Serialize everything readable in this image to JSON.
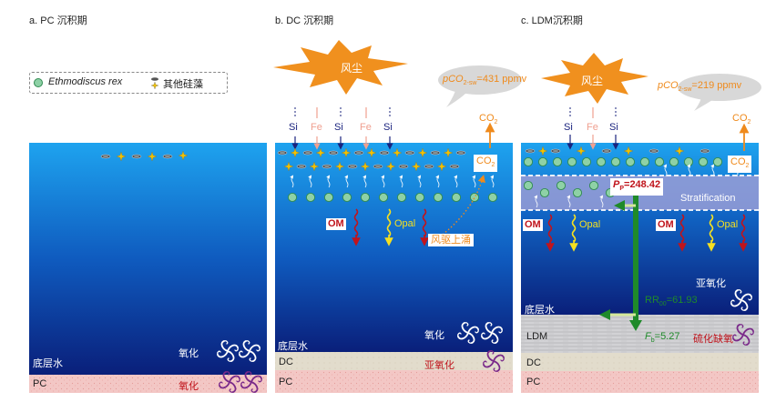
{
  "panels": {
    "a": {
      "title": "a. PC 沉积期",
      "bottom_water": "底层水",
      "oxic": "氧化",
      "oxic_layer": "氧化",
      "layer_pc": "PC"
    },
    "b": {
      "title": "b. DC 沉积期",
      "dust": "风尘",
      "pco2": "pCO",
      "pco2_sub": "2-sw",
      "pco2_val": "=431 ppmv",
      "co2": "CO",
      "co2_sub": "2",
      "si": "Si",
      "fe": "Fe",
      "om": "OM",
      "opal": "Opal",
      "upwelling": "风驱上涌",
      "bottom_water": "底层水",
      "oxic": "氧化",
      "suboxic": "亚氧化",
      "layer_dc": "DC",
      "layer_pc": "PC"
    },
    "c": {
      "title": "c. LDM沉积期",
      "dust": "风尘",
      "pco2": "pCO",
      "pco2_sub": "2-sw",
      "pco2_val": "=219 ppmv",
      "co2": "CO",
      "co2_sub": "2",
      "si": "Si",
      "fe": "Fe",
      "pp": "P",
      "pp_sub": "P",
      "pp_val": "=248.42",
      "stratification": "Stratification",
      "om": "OM",
      "opal": "Opal",
      "suboxic": "亚氧化",
      "bottom_water": "底层水",
      "rr": "RR",
      "rr_sub": "00",
      "rr_val": "=61.93",
      "fb": "F",
      "fb_sub": "b",
      "fb_val": "=5.27",
      "euxinic": "硫化缺氧",
      "layer_ldm": "LDM",
      "layer_dc": "DC",
      "layer_pc": "PC"
    }
  },
  "legend": {
    "species": "Ethmodiscus rex",
    "others": "其他硅藻"
  },
  "colors": {
    "dust": "#f0901e",
    "si": "#1a237e",
    "fe": "#f0a090",
    "om": "#c0141c",
    "opal": "#f5e020",
    "green": "#1f8a2a",
    "co2": "#ef8a1c"
  }
}
